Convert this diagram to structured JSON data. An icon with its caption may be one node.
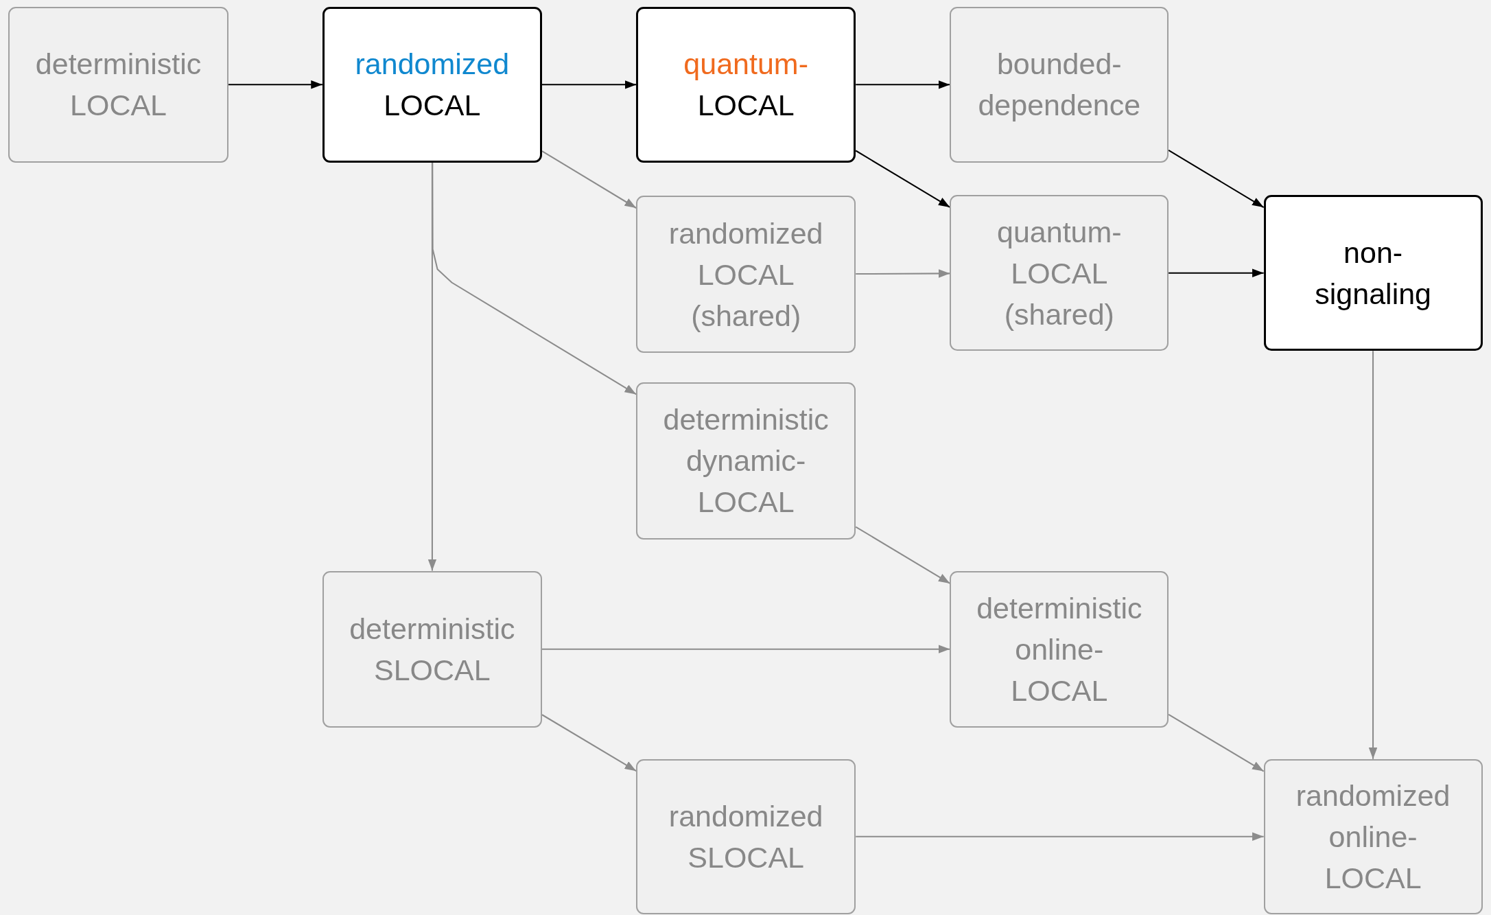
{
  "diagram": {
    "nodes": [
      {
        "text": [
          "deterministic LOCAL"
        ]
      },
      {
        "text": [
          "randomized",
          "LOCAL"
        ]
      },
      {
        "text": [
          "quantum-",
          "LOCAL"
        ]
      },
      {
        "text": [
          "bounded- dependence"
        ]
      },
      {
        "text": [
          "randomized LOCAL (shared)"
        ]
      },
      {
        "text": [
          "quantum- LOCAL (shared)"
        ]
      },
      {
        "text": [
          "non- signaling"
        ]
      },
      {
        "text": [
          "deterministic dynamic- LOCAL"
        ]
      },
      {
        "text": [
          "deterministic SLOCAL"
        ]
      },
      {
        "text": [
          "deterministic online- LOCAL"
        ]
      },
      {
        "text": [
          "randomized SLOCAL"
        ]
      },
      {
        "text": [
          "randomized online- LOCAL"
        ]
      }
    ],
    "edges": [
      {
        "from": 0,
        "to": 1,
        "arrow": "to",
        "color": "#000000"
      },
      {
        "from": 1,
        "to": 2,
        "arrow": "to",
        "color": "#000000"
      },
      {
        "from": 2,
        "to": 3,
        "arrow": "to",
        "color": "#000000"
      },
      {
        "from": 1,
        "to": 4,
        "arrow": "to"
      },
      {
        "from": 2,
        "to": 5,
        "arrow": "to",
        "color": "#000000"
      },
      {
        "from": 3,
        "to": 6,
        "arrow": "to",
        "color": "#000000"
      },
      {
        "from": 4,
        "to": 5,
        "arrow": "to"
      },
      {
        "from": 5,
        "to": 6,
        "arrow": "to",
        "color": "#000000"
      },
      {
        "from": 1,
        "to": 7,
        "arrow": "to"
      },
      {
        "from": 1,
        "to": 8,
        "arrow": "to"
      },
      {
        "from": 6,
        "to": 11,
        "arrow": "to"
      },
      {
        "from": 7,
        "to": 9,
        "arrow": "to"
      },
      {
        "from": 8,
        "to": 9,
        "arrow": "to"
      },
      {
        "from": 8,
        "to": 10,
        "arrow": "to"
      },
      {
        "from": 9,
        "to": 11,
        "arrow": "to"
      },
      {
        "from": 10,
        "to": 11,
        "arrow": "to"
      }
    ]
  }
}
